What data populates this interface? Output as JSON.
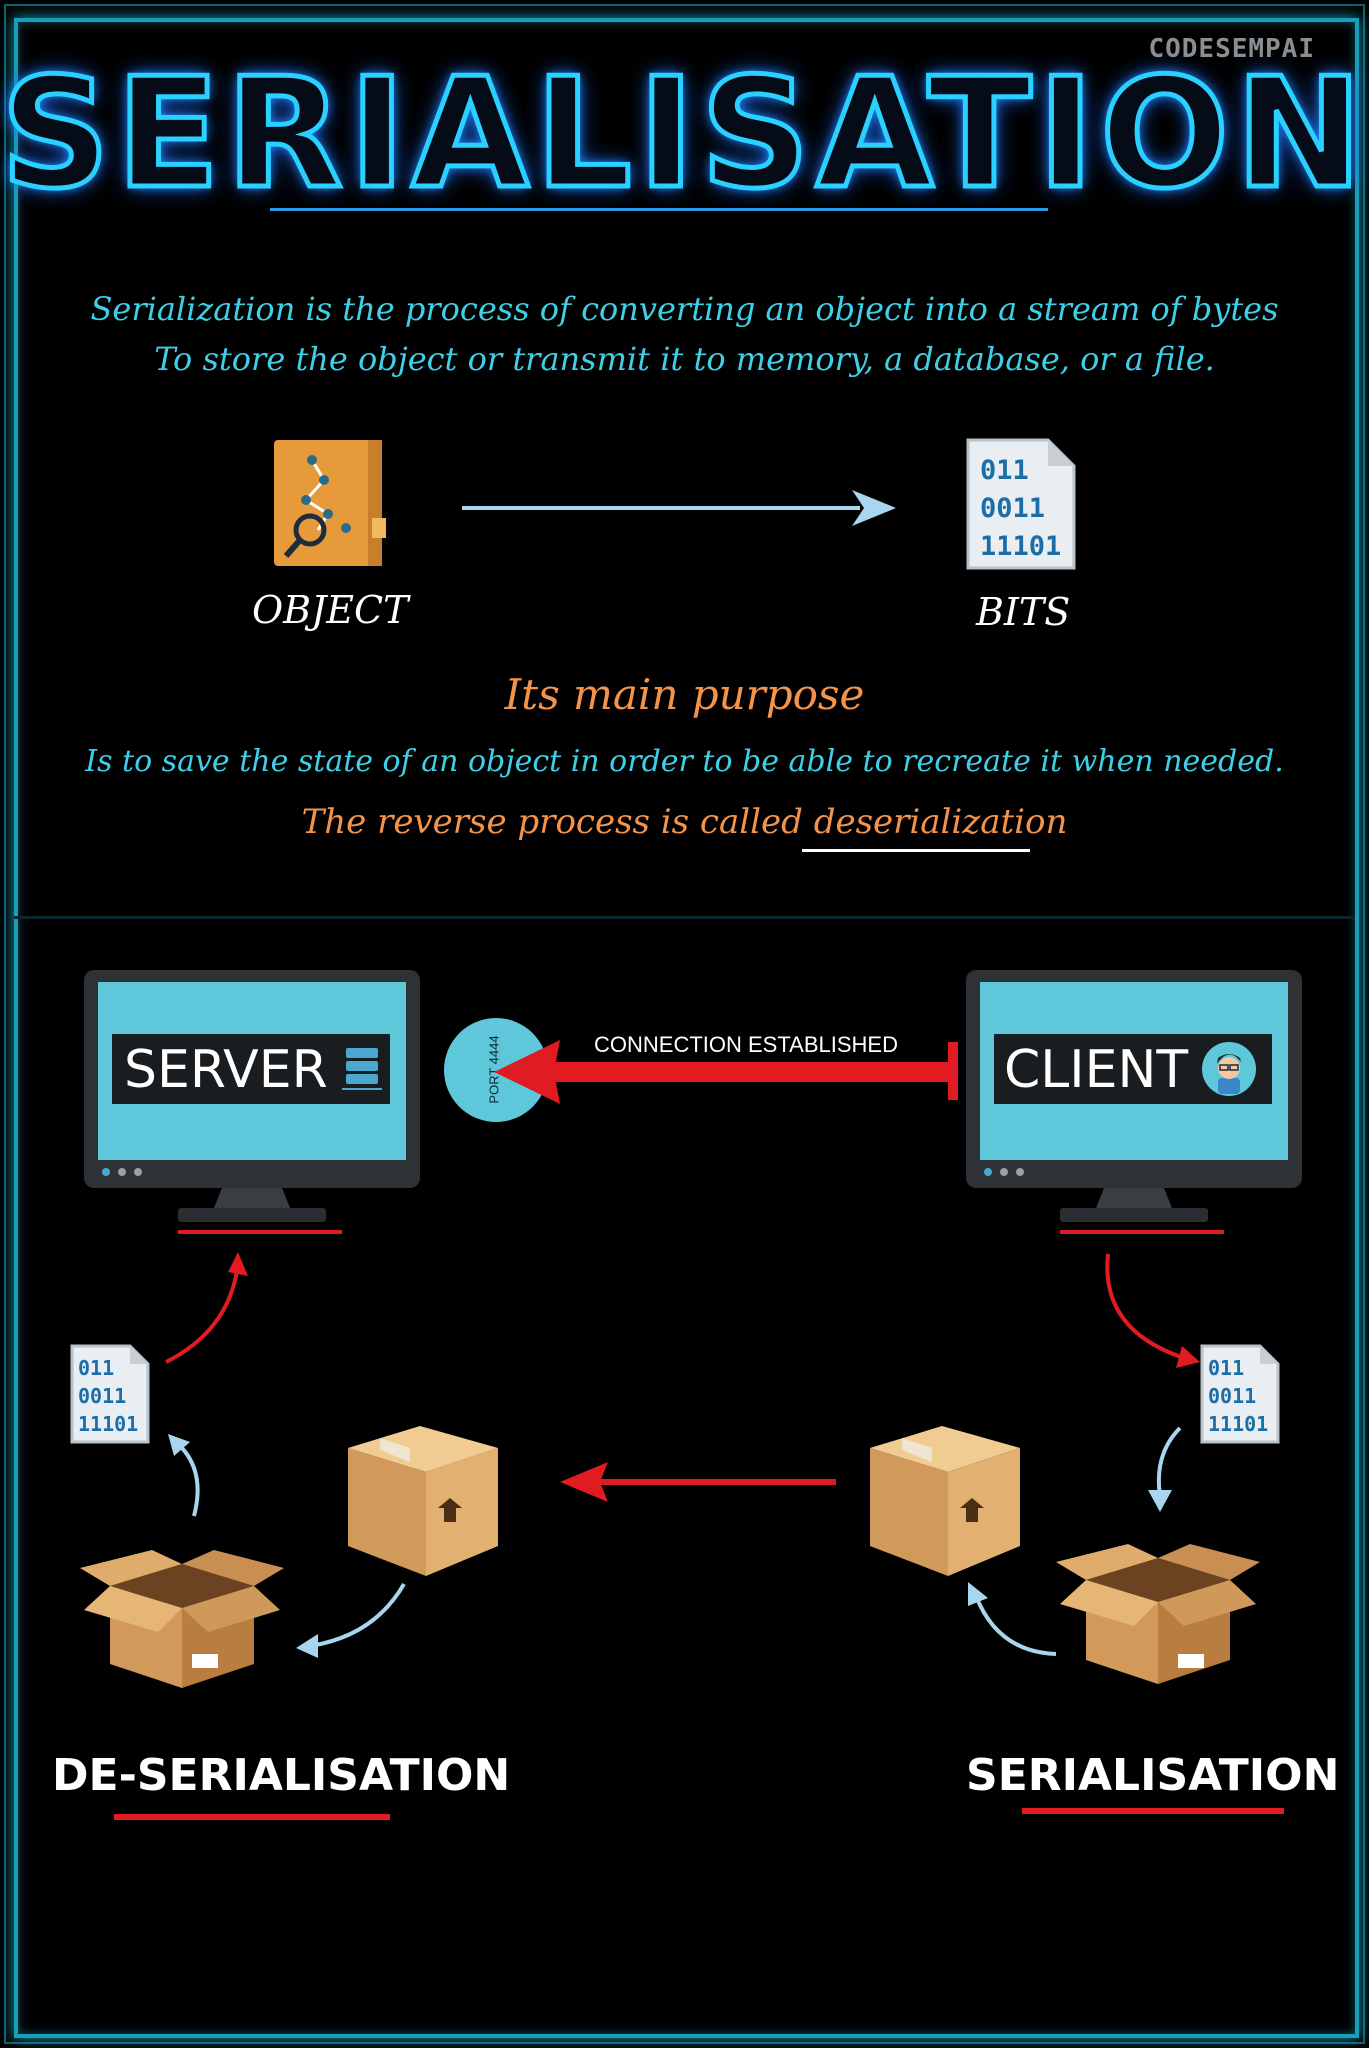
{
  "brand": "CODESEMPAI",
  "title": "SERIALISATION",
  "intro": {
    "line1": "Serialization is the process of converting an object into a stream of bytes",
    "line2": "To store the object or transmit it to memory, a database, or a file."
  },
  "object_label": "OBJECT",
  "bits_label": "BITS",
  "binary_lines": [
    "011",
    "0011",
    "11101"
  ],
  "purpose": {
    "heading": "Its main purpose",
    "description": "Is to save the state of an object in order to be able to recreate it when needed.",
    "reverse_prefix": "The reverse process is called",
    "reverse_term": "deserialization"
  },
  "server_label": "SERVER",
  "client_label": "CLIENT",
  "connection_label": "CONNECTION ESTABLISHED",
  "port_label": "PORT 4444",
  "deserialisation_label": "DE-SERIALISATION",
  "serialisation_label": "SERIALISATION",
  "colors": {
    "cyan_text": "#3fd0e8",
    "orange_text": "#f4944a",
    "accent_red": "#e11b22",
    "screen": "#5fc7da",
    "frame": "#1a9fb8"
  }
}
